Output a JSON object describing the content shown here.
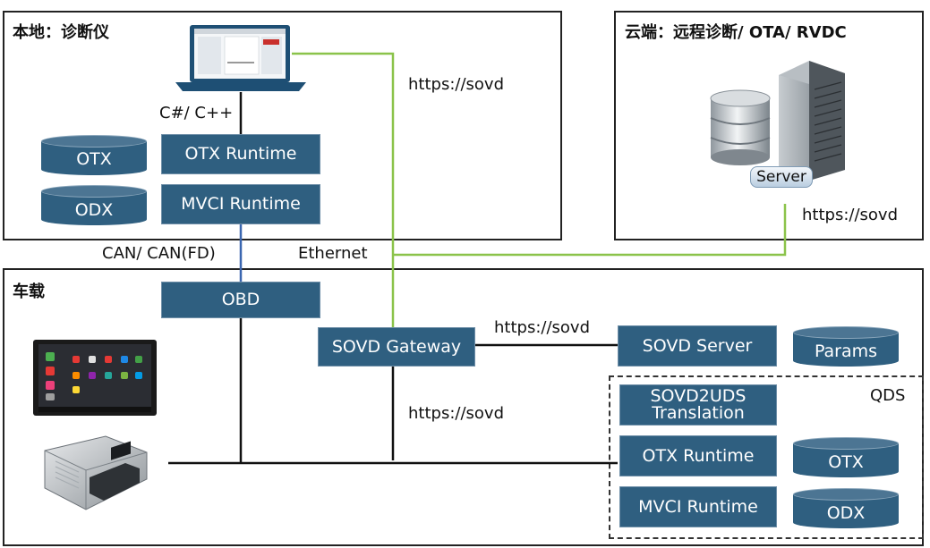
{
  "local": {
    "title": "本地：诊断仪",
    "lang_label": "C#/ C++",
    "otx_db": "OTX",
    "odx_db": "ODX",
    "otx_runtime": "OTX Runtime",
    "mvci_runtime": "MVCI Runtime"
  },
  "cloud": {
    "title": "云端：远程诊断/ OTA/ RVDC",
    "server_label": "Server",
    "link_label": "https://sovd"
  },
  "links": {
    "laptop_sovd": "https://sovd",
    "can_label": "CAN/ CAN(FD)",
    "ethernet_label": "Ethernet",
    "gateway_server": "https://sovd",
    "gateway_bus": "https://sovd"
  },
  "vehicle": {
    "title": "车载",
    "obd": "OBD",
    "gateway": "SOVD Gateway",
    "sovd_server": "SOVD Server",
    "params": "Params"
  },
  "qds": {
    "title": "QDS",
    "translation_line1": "SOVD2UDS",
    "translation_line2": "Translation",
    "otx_runtime": "OTX Runtime",
    "mvci_runtime": "MVCI Runtime",
    "otx_db": "OTX",
    "odx_db": "ODX"
  },
  "colors": {
    "box": "#2f5f80",
    "green_link": "#8bc34a",
    "blue_link": "#3a66b0"
  },
  "icons": [
    "laptop-icon",
    "database-icon",
    "server-tower-icon",
    "head-unit-icon",
    "ecu-icon"
  ]
}
